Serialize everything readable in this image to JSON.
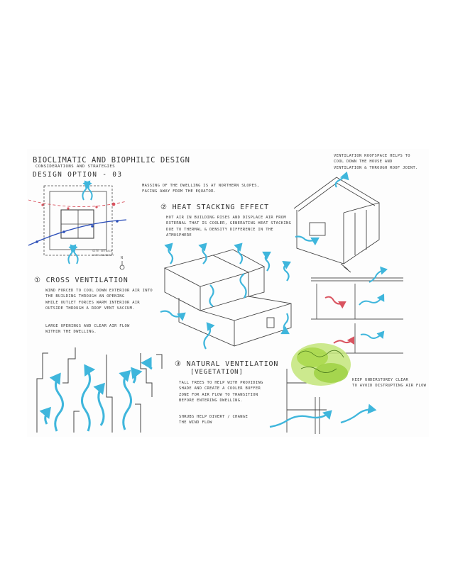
{
  "sheet": {
    "title": "BIOCLIMATIC AND BIOPHILIC DESIGN",
    "subtitle": "CONSIDERATIONS AND STRATEGIES",
    "option": "DESIGN OPTION - 03"
  },
  "massing_note": "MASSING OF THE DWELLING IS AT NORTHERN SLOPES,\nFACING AWAY FROM THE EQUATOR.",
  "site_plan": {
    "label_setback": "SITE SETBACK",
    "label_boundary": "SITE BOUNDARY",
    "north": "N"
  },
  "cross_ventilation": {
    "heading": "① CROSS VENTILATION",
    "text": "WIND FORCED TO COOL DOWN EXTERIOR AIR INTO\nTHE BUILDING THROUGH AN OPENING\nWHILE OUTLET FORCES WARM INTERIOR AIR\nOUTSIDE THROUGH A ROOF VENT VACCUM.",
    "note": "LARGE OPENINGS AND CLEAR AIR FLOW\nWITHIN THE DWELLING."
  },
  "heat_stacking": {
    "heading": "② HEAT STACKING EFFECT",
    "text": "HOT AIR IN BUILDING RISES AND DISPLACE AIR FROM\nEXTERNAL THAT IS COOLER, GENERATING HEAT STACKING\nDUE TO THERMAL & DENSITY DIFFERENCE IN THE\nATMOSPHERE"
  },
  "natural_ventilation": {
    "heading": "③ NATURAL VENTILATION",
    "subheading": "[VEGETATION]",
    "text": "TALL TREES TO HELP WITH PROVIDING\nSHADE AND CREATE A COOLER BUFFER\nZONE FOR AIR FLOW TO TRANSITION\nBEFORE ENTERING DWELLING.",
    "note": "SHRUBS HELP DIVERT / CHANGE\nTHE WIND FLOW"
  },
  "roof_note": "VENTILATION ROOFSPACE HELPS TO\nCOOL DOWN THE HOUSE AND\nVENTILATION & THROUGH ROOF JOINT.",
  "understorey_note": "KEEP UNDERSTOREY CLEAR\nTO AVOID DISTRUPTING AIR FLOW",
  "colors": {
    "wind": "#3fb6dc",
    "warm": "#d9535f",
    "vegetation": "#a8d84a",
    "ink": "#3a3a3a"
  }
}
